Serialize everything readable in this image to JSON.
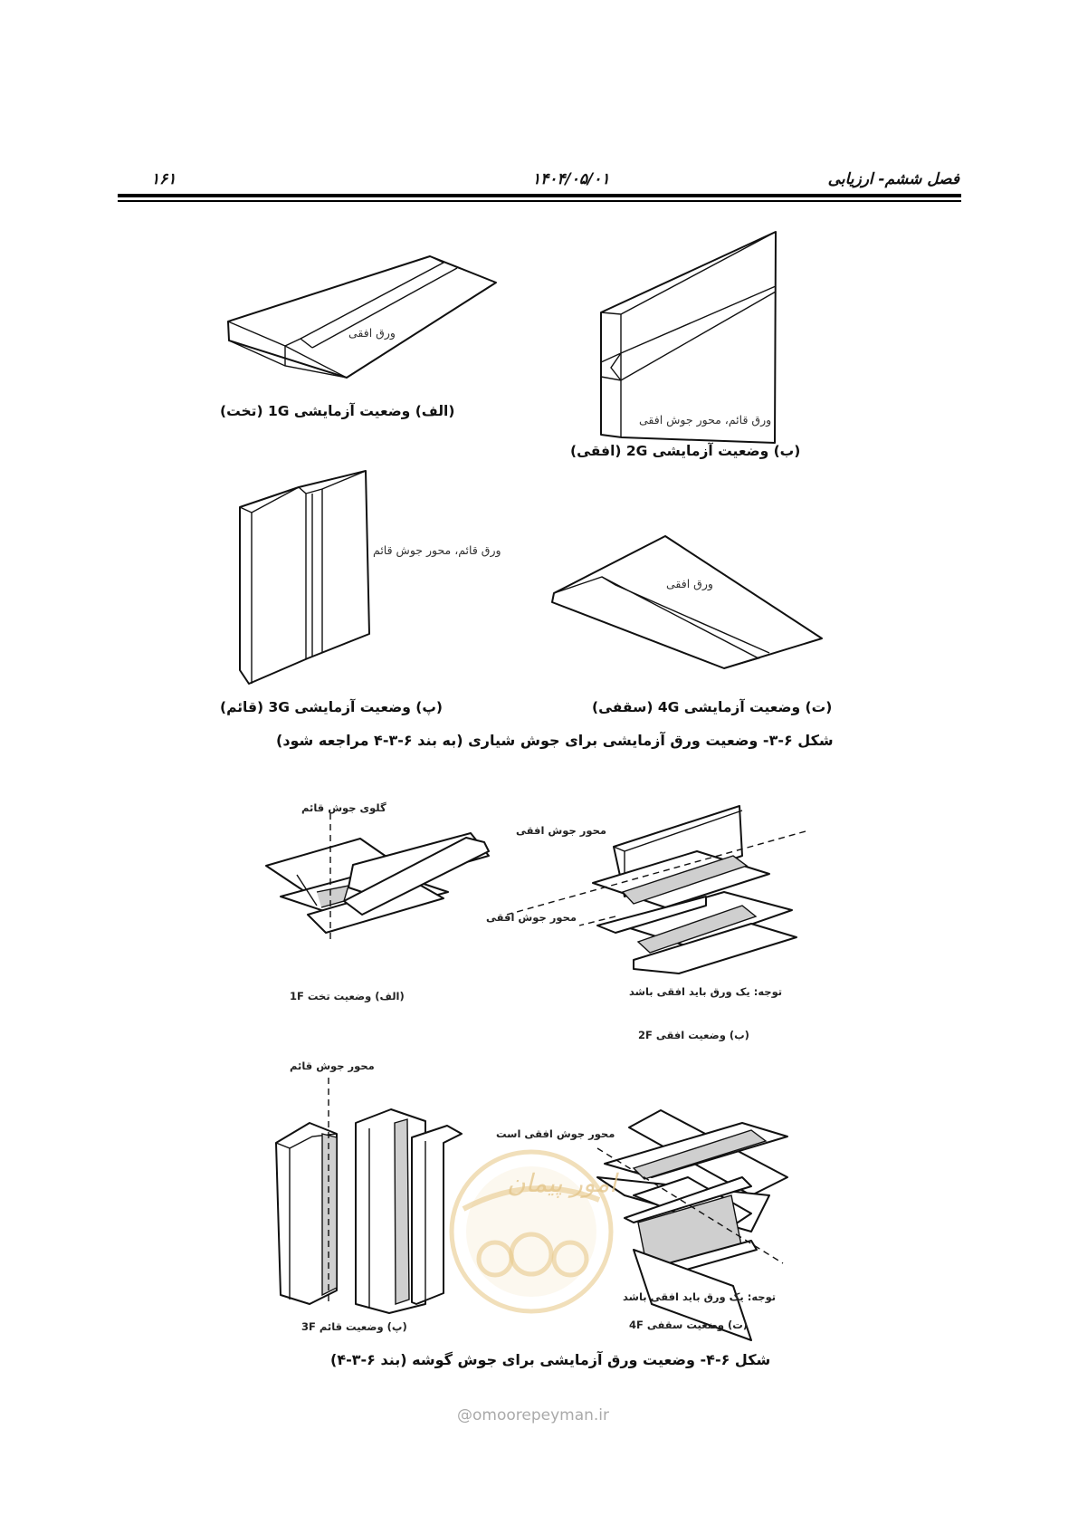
{
  "header": {
    "chapter_title": "فصل ششم- ارزیابی",
    "date": "۱۴۰۴/۰۵/۰۱",
    "page_number": "۱۶۱"
  },
  "figure_6_3": {
    "label_1g_plate": "ورق افقی",
    "caption_1g": "(الف) وضعیت آزمایشی 1G (تخت)",
    "label_2g_plate": "ورق قائم، محور جوش افقی",
    "caption_2g": "(ب) وضعیت آزمایشی 2G (افقی)",
    "label_3g_plate": "ورق قائم، محور جوش قائم",
    "caption_3g": "(پ) وضعیت آزمایشی 3G (قائم)",
    "label_4g_plate": "ورق افقی",
    "caption_4g": "(ت) وضعیت آزمایشی 4G (سقفی)",
    "title": "شکل ۶-۳- وضعیت ورق آزمایشی برای جوش شیاری (به بند ۶-۳-۴ مراجعه شود)"
  },
  "figure_6_4": {
    "label_1f_throat": "گلوی جوش قائم",
    "caption_1f": "(الف) وضعیت تخت 1F",
    "label_2f_axis_top": "محور جوش افقی",
    "label_2f_axis_bottom": "محور جوش افقی",
    "note_2f": "توجه: یک ورق باید افقی باشد",
    "caption_2f": "(ب) وضعیت افقی 2F",
    "label_3f_axis": "محور جوش قائم",
    "caption_3f": "(پ) وضعیت قائم 3F",
    "label_4f_axis": "محور جوش افقی است",
    "note_4f": "توجه: یک ورق باید افقی باشد",
    "caption_4f": "(ت) وضعیت سقفی 4F",
    "title": "شکل ۶-۴- وضعیت ورق آزمایشی برای جوش گوشه (بند ۶-۳-۴)"
  },
  "watermark": {
    "logo_text": "امور پیمان",
    "site": "@omoorepeyman.ir"
  }
}
